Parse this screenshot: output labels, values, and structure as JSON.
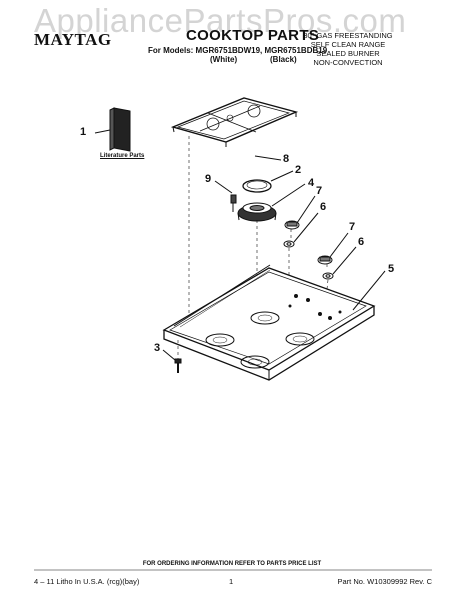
{
  "watermark": "AppliancePartsPros.com",
  "header": {
    "brand": "MAYTAG",
    "title": "COOKTOP PARTS",
    "models_line": "For Models: MGR6751BDW19, MGR6751BDB19",
    "variant_white": "(White)",
    "variant_black": "(Black)",
    "description": [
      "30\" GAS FREESTANDING",
      "SELF CLEAN RANGE",
      "SEALED BURNER",
      "NON-CONVECTION"
    ]
  },
  "diagram": {
    "literature_label": "Literature Parts",
    "callouts": [
      "1",
      "8",
      "2",
      "9",
      "4",
      "7",
      "6",
      "7",
      "6",
      "5",
      "3"
    ]
  },
  "footer": {
    "ordering_note": "FOR ORDERING INFORMATION REFER TO PARTS PRICE LIST",
    "litho": "4 – 11 Litho In U.S.A. (rcg)(bay)",
    "page_number": "1",
    "part_no": "Part No. W10309992 Rev. C"
  }
}
